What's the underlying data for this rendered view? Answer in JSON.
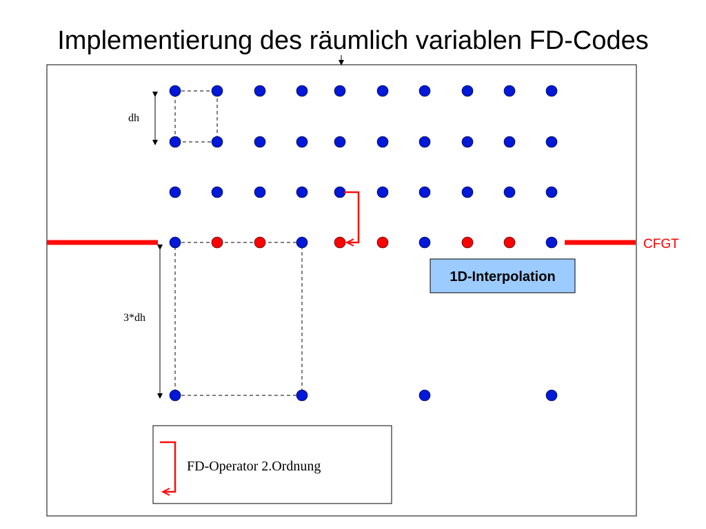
{
  "title": "Implementierung des räumlich variablen FD-Codes",
  "labels": {
    "dh": "dh",
    "three_dh": "3*dh",
    "cfgt": "CFGT",
    "interpolation": "1D-Interpolation",
    "legend": "FD-Operator 2.Ordnung"
  },
  "colors": {
    "node_blue": "#0018d8",
    "node_red": "#ff0000",
    "accent_red": "#ff0a0a",
    "interp_fill": "#9ccbff",
    "frame": "#000000"
  },
  "grid": {
    "columns": 10,
    "rows": [
      {
        "nodes": [
          "blue",
          "blue",
          "blue",
          "blue",
          "blue",
          "blue",
          "blue",
          "blue",
          "blue",
          "blue"
        ]
      },
      {
        "nodes": [
          "blue",
          "blue",
          "blue",
          "blue",
          "blue",
          "blue",
          "blue",
          "blue",
          "blue",
          "blue"
        ]
      },
      {
        "nodes": [
          "blue",
          "blue",
          "blue",
          "blue",
          "blue",
          "blue",
          "blue",
          "blue",
          "blue",
          "blue"
        ]
      },
      {
        "nodes": [
          "blue",
          "red",
          "red",
          "blue",
          "red",
          "red",
          "blue",
          "red",
          "red",
          "blue"
        ]
      },
      {
        "nodes": [
          "blue",
          "none",
          "none",
          "blue",
          "none",
          "none",
          "blue",
          "none",
          "none",
          "blue"
        ]
      }
    ]
  }
}
